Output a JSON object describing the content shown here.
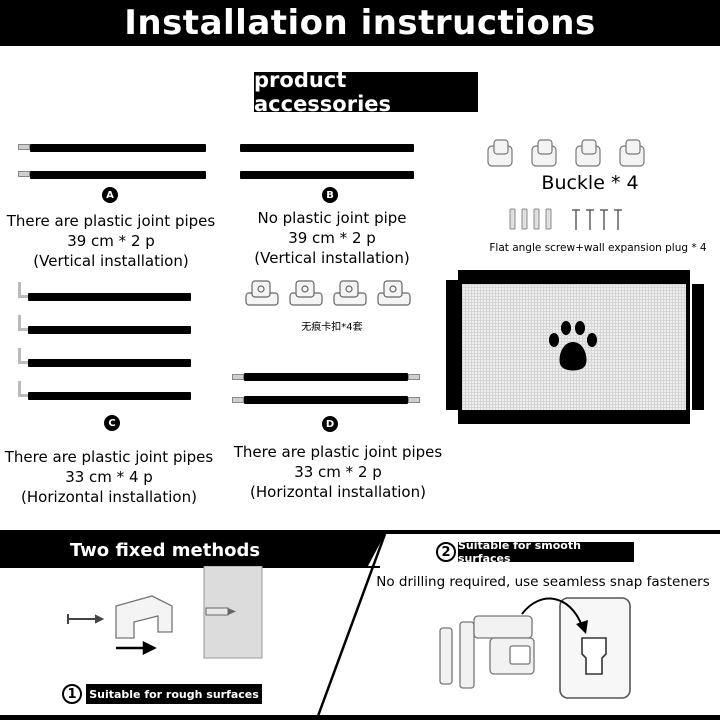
{
  "header": {
    "title": "Installation instructions"
  },
  "accessories": {
    "title": "product accessories"
  },
  "items": {
    "a": {
      "letter": "A",
      "line1": "There are plastic joint pipes",
      "line2": "39 cm * 2 p",
      "line3": "(Vertical installation)"
    },
    "b": {
      "letter": "B",
      "line1": "No plastic joint pipe",
      "line2": "39 cm * 2 p",
      "line3": "(Vertical installation)",
      "clip_caption": "无痕卡扣*4套"
    },
    "c": {
      "letter": "C",
      "line1": "There are plastic joint pipes",
      "line2": "33 cm * 4 p",
      "line3": "(Horizontal installation)"
    },
    "d": {
      "letter": "D",
      "line1": "There are plastic joint pipes",
      "line2": "33 cm * 2 p",
      "line3": "(Horizontal installation)"
    }
  },
  "buckle": {
    "label": "Buckle * 4"
  },
  "screws": {
    "label": "Flat angle screw+wall expansion plug * 4"
  },
  "fixed": {
    "title": "Two fixed methods",
    "method1": {
      "num": "1",
      "label": "Suitable for rough surfaces"
    },
    "method2": {
      "num": "2",
      "label": "Suitable for smooth surfaces",
      "desc": "No drilling required, use seamless snap fasteners"
    }
  },
  "colors": {
    "black": "#000000",
    "white": "#ffffff",
    "mesh": "#eeeeee",
    "grey": "#b8b8b8"
  },
  "icons": [
    "paw-icon",
    "buckle-icon",
    "screw-icon",
    "expansion-plug-icon",
    "arrow-icon",
    "fastener-icon"
  ]
}
